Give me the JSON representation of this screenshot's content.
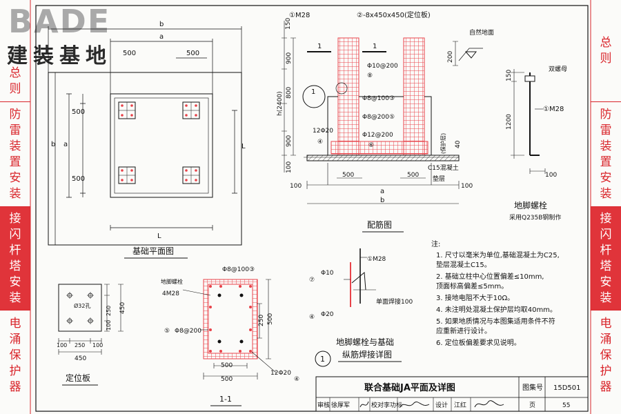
{
  "logo": {
    "brand": "BADE",
    "subtitle": "建装基地"
  },
  "side_left": [
    {
      "label": "总则",
      "active": false
    },
    {
      "label": "防雷装置安装",
      "active": false
    },
    {
      "label": "接闪杆塔安装",
      "active": true
    },
    {
      "label": "电涌保护器",
      "active": false
    }
  ],
  "side_right": [
    {
      "label": "总则",
      "active": false
    },
    {
      "label": "防雷装置安装",
      "active": false
    },
    {
      "label": "接闪杆塔安装",
      "active": true
    },
    {
      "label": "电涌保护器",
      "active": false
    }
  ],
  "plan": {
    "title": "基础平面图",
    "dim_b": "b",
    "dim_a": "a",
    "dim_500": "500",
    "dim_L": "L"
  },
  "rebar": {
    "title": "配筋图",
    "m28": "①M28",
    "plate": "②-8x450x450(定位板)",
    "ground": "自然地面",
    "d150": "150",
    "d900": "900",
    "d800": "800",
    "h": "h(2400)",
    "d900b": "900",
    "d100": "100",
    "d200": "200",
    "sec": "1",
    "r8": "Φ10@200",
    "r8n": "⑧",
    "r3": "Φ8@100③",
    "r5": "Φ8@200⑤",
    "r12": "12Φ20",
    "r4": "④",
    "r6a": "Φ12@200",
    "r6": "⑥",
    "cover": "(保护层)",
    "d40": "40",
    "c15": "C15混凝土",
    "pad": "垫层",
    "d500a": "500",
    "d500b": "500",
    "d100c": "100",
    "d100d": "100",
    "a": "a",
    "b": "b"
  },
  "bolt": {
    "title": "地脚螺栓",
    "subtitle": "采用Q235B钢制作",
    "nut": "双螺母",
    "m28": "①M28",
    "d150": "150",
    "d1200": "1200",
    "d100": "100"
  },
  "weld": {
    "title_line1": "地脚螺栓与基础",
    "title_line2": "纵筋焊接详图",
    "m28": "①M28",
    "p10": "Φ10",
    "p20": "Φ20",
    "c7": "⑦",
    "c4": "④",
    "weld": "单面焊接100"
  },
  "section": {
    "title": "1-1",
    "bolt": "地脚螺栓",
    "m28": "4M28",
    "r3": "Φ8@100③",
    "r5": "Φ8@200",
    "r5n": "⑤",
    "d250": "250",
    "d500": "500",
    "d500b": "500",
    "d500c": "500",
    "r12": "12Φ20",
    "r4": "④"
  },
  "plate": {
    "title": "定位板",
    "hole": "Ø32孔",
    "d100": "100",
    "d250": "250",
    "d100b": "100",
    "d450": "450",
    "v100": "100",
    "v250": "250",
    "v100b": "100",
    "v450": "450"
  },
  "notes": {
    "heading": "注:",
    "items": [
      "1. 尺寸以毫米为单位,基础混凝土为C25,",
      "   垫层混凝土C15。",
      "2. 基础立柱中心位置偏差≤10mm,",
      "   顶面标高偏差≤5mm。",
      "3. 接地电阻不大于10Ω。",
      "4. 未注明处混凝土保护层均取40mm。",
      "5. 如果地质情况与本图集适用条件不符",
      "   应重新进行设计。",
      "6. 定位板偏差要求见说明。"
    ]
  },
  "titleblock": {
    "drawing_title": "联合基础JA平面及详图",
    "atlas_label": "图集号",
    "atlas_no": "15D501",
    "detail_circle": "1",
    "review": "审核",
    "reviewer": "徐厚军",
    "check": "校对",
    "checker": "李功标",
    "design": "设计",
    "designer": "江红",
    "page_label": "页",
    "page_no": "55"
  },
  "colors": {
    "red": "#d9242a",
    "rebar": "#e8434a",
    "line": "#111111"
  }
}
